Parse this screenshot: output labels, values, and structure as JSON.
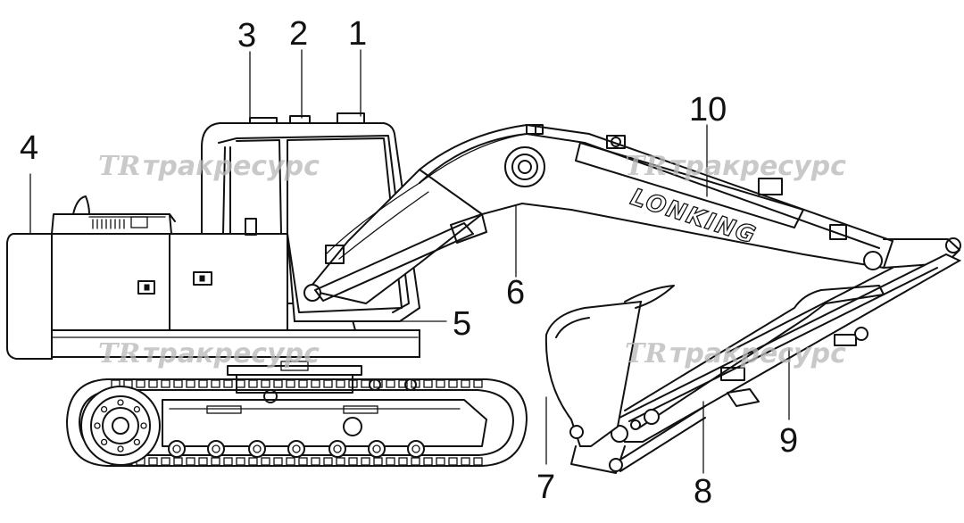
{
  "diagram": {
    "brand_text": "LONKING",
    "watermarks": [
      {
        "logo": "TR",
        "text": "тракресурс"
      },
      {
        "logo": "TR",
        "text": "тракресурс"
      },
      {
        "logo": "TR",
        "text": "тракресурс"
      },
      {
        "logo": "TR",
        "text": "тракресурс"
      }
    ],
    "callouts": [
      "1",
      "2",
      "3",
      "4",
      "5",
      "6",
      "7",
      "8",
      "9",
      "10"
    ]
  }
}
